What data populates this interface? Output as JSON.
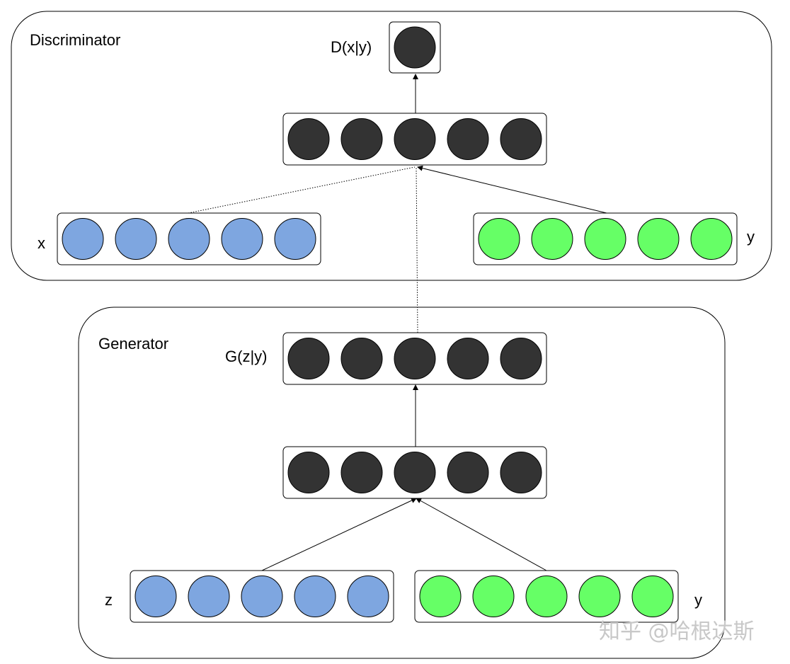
{
  "colors": {
    "dark_node": "#333333",
    "blue_node": "#7ea6e0",
    "green_node": "#66ff66",
    "outline": "#000000"
  },
  "discriminator": {
    "title": "Discriminator",
    "output_label": "D(x|y)",
    "input_x_label": "x",
    "input_y_label": "y"
  },
  "generator": {
    "title": "Generator",
    "output_label": "G(z|y)",
    "input_z_label": "z",
    "input_y_label": "y"
  },
  "watermark": "知乎 @哈根达斯"
}
